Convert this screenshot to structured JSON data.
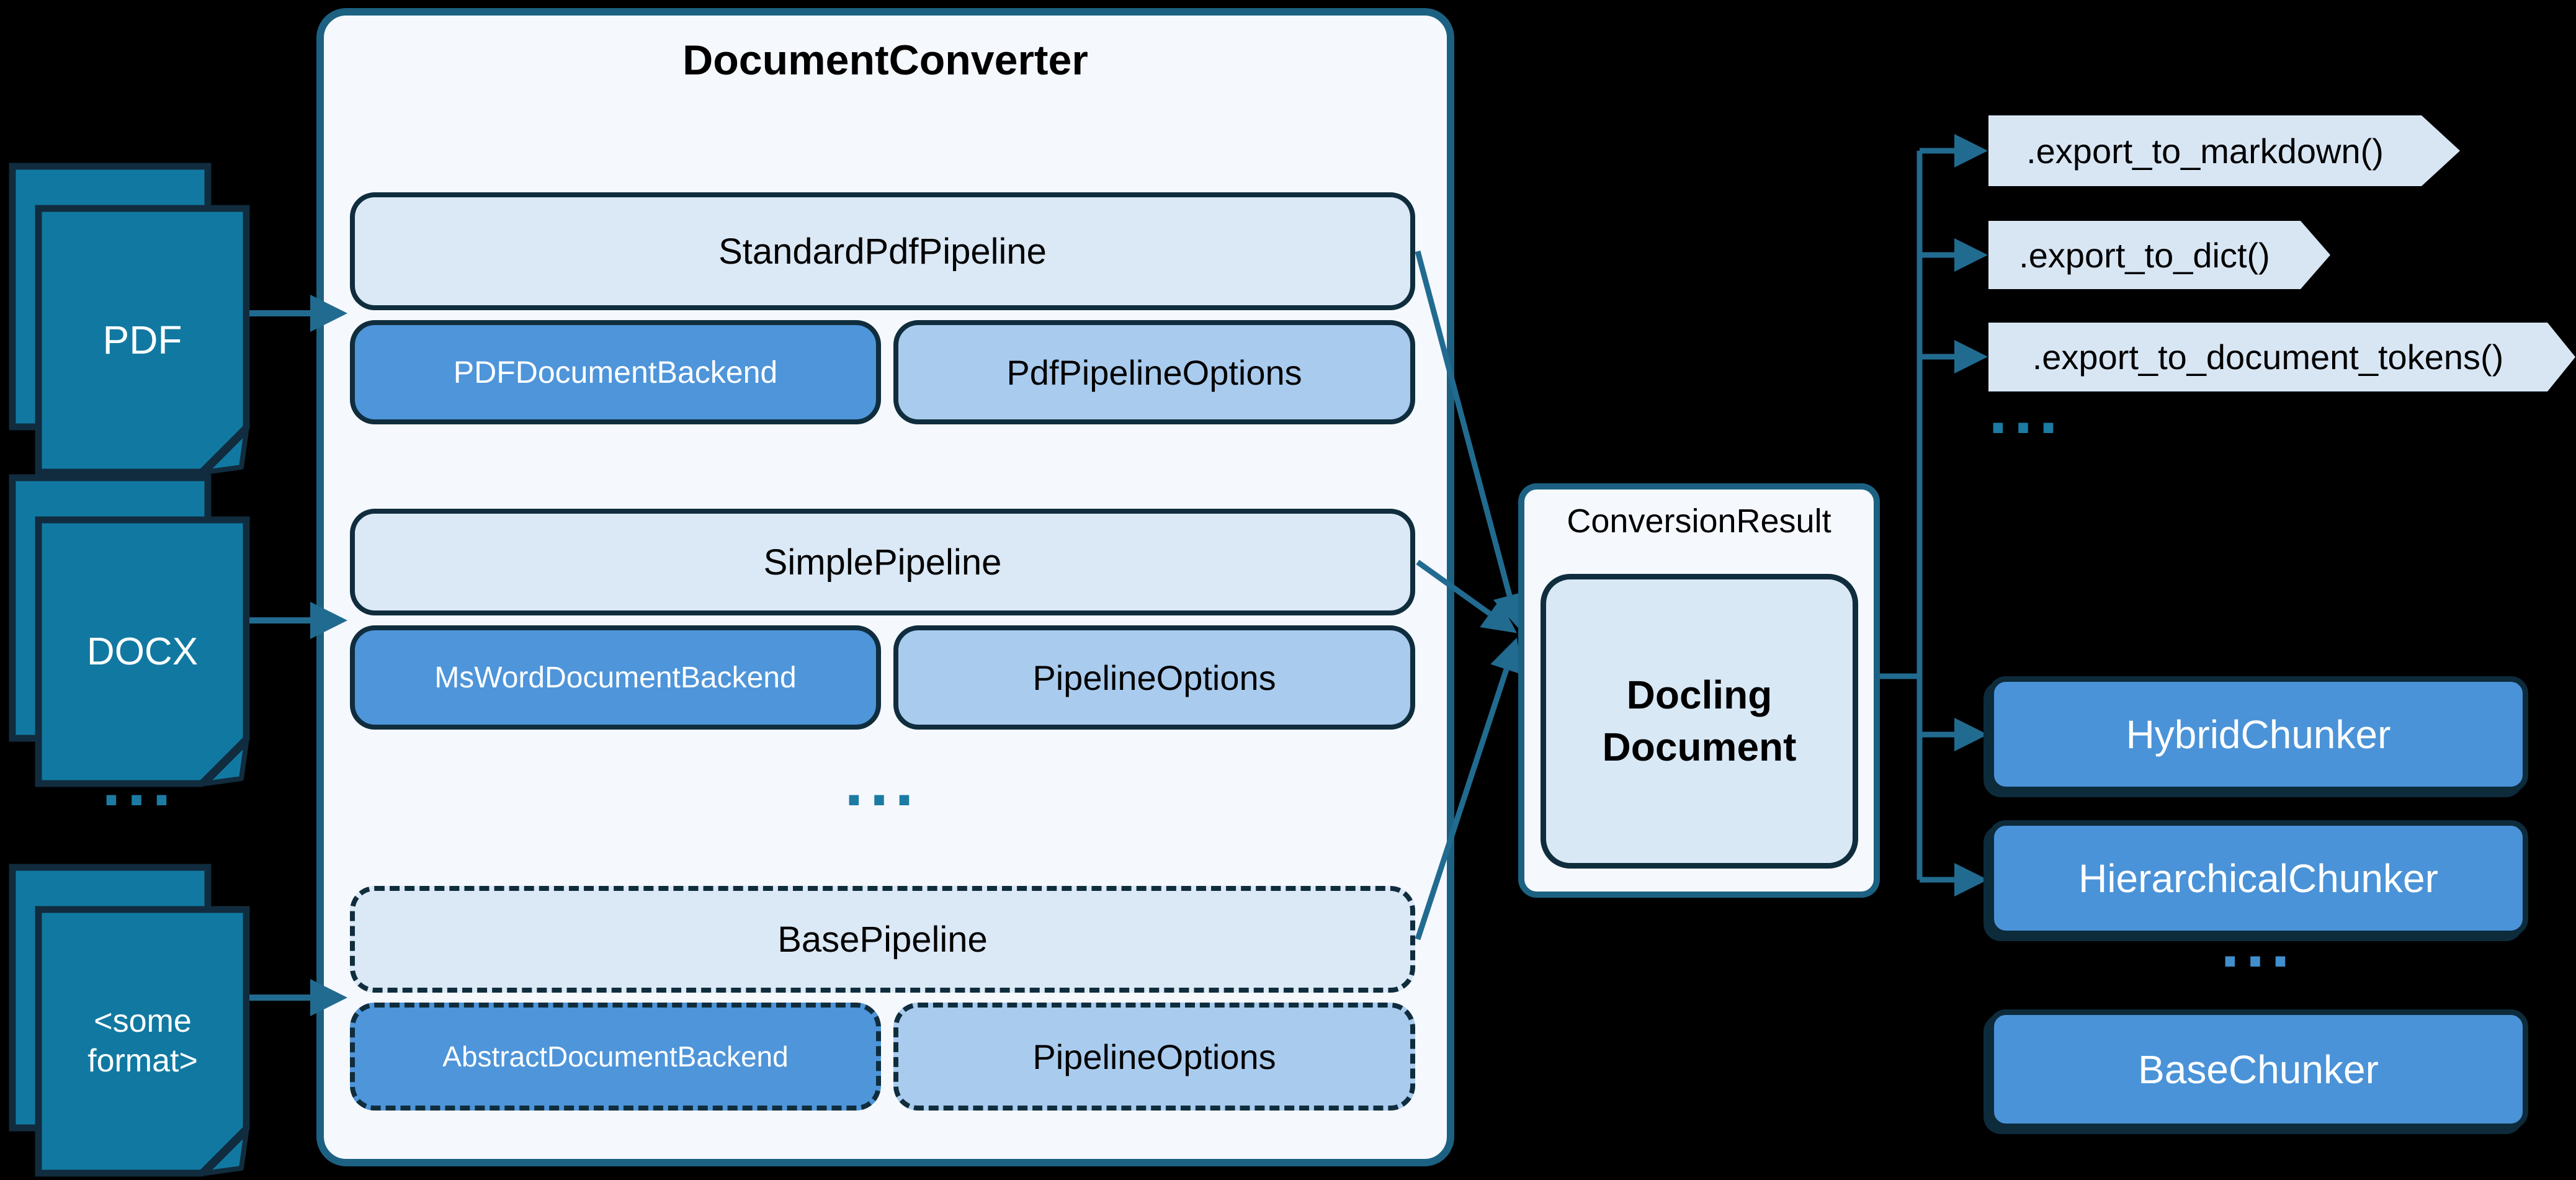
{
  "diagram": {
    "title": "DocumentConverter",
    "inputs": [
      {
        "label": "PDF"
      },
      {
        "label": "DOCX"
      },
      {
        "label": "<some format>"
      }
    ],
    "inputs_ellipsis": "...",
    "pipelines": [
      {
        "name": "StandardPdfPipeline",
        "backend": "PDFDocumentBackend",
        "options": "PdfPipelineOptions",
        "style": "solid"
      },
      {
        "name": "SimplePipeline",
        "backend": "MsWordDocumentBackend",
        "options": "PipelineOptions",
        "style": "solid"
      },
      {
        "name": "BasePipeline",
        "backend": "AbstractDocumentBackend",
        "options": "PipelineOptions",
        "style": "dashed"
      }
    ],
    "pipelines_ellipsis": "...",
    "result": {
      "label": "ConversionResult",
      "document": "Docling Document"
    },
    "exports": [
      {
        "label": ".export_to_markdown()"
      },
      {
        "label": ".export_to_dict()"
      },
      {
        "label": ".export_to_document_tokens()"
      }
    ],
    "exports_ellipsis": "...",
    "chunkers": [
      {
        "label": "HybridChunker",
        "style": "solid"
      },
      {
        "label": "HierarchicalChunker",
        "style": "solid"
      },
      {
        "label": "BaseChunker",
        "style": "dashed"
      }
    ],
    "chunkers_ellipsis": "...",
    "colors": {
      "arrow_teal": "#226b90",
      "container_border": "#1c6182",
      "container_fill": "#f5f8fd",
      "pipeline_fill": "#dbe8f5",
      "backend_fill": "#4e95da",
      "options_fill": "#a9cbee",
      "chunker_fill": "#4a93d8",
      "document_icon_fill": "#1179a1",
      "dark_outline": "#0f2d3d"
    }
  }
}
